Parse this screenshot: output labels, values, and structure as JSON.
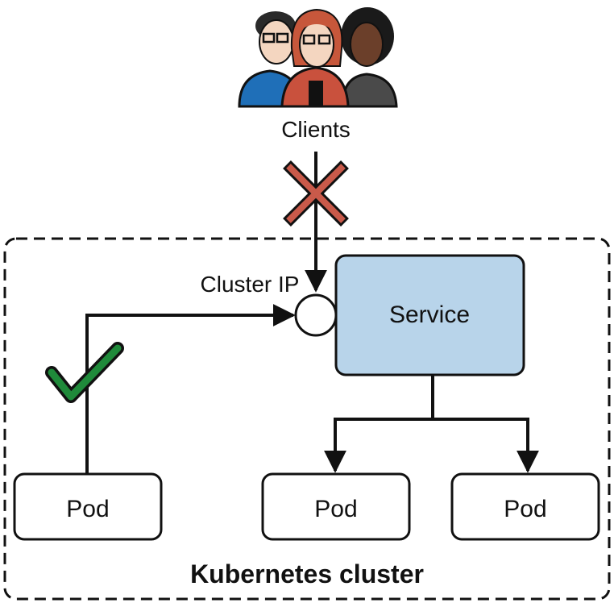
{
  "clients": {
    "label": "Clients",
    "icon": "people-group-icon"
  },
  "cluster": {
    "label": "Kubernetes cluster",
    "border_style": "dashed"
  },
  "cluster_ip": {
    "label": "Cluster IP"
  },
  "service": {
    "label": "Service",
    "fill": "#b8d4ea"
  },
  "pods": [
    {
      "label": "Pod"
    },
    {
      "label": "Pod"
    },
    {
      "label": "Pod"
    }
  ],
  "status_marks": {
    "blocked": {
      "icon": "cross-icon",
      "color": "#c95a4a"
    },
    "allowed": {
      "icon": "checkmark-icon",
      "color": "#1f8a3a"
    }
  },
  "colors": {
    "person_blue": "#1f6fb8",
    "person_red": "#c9513d",
    "person_dark": "#4a4a4a",
    "hair_red": "#c7573b",
    "skin_light": "#f4d6c0",
    "skin_dark": "#6b3f2a"
  }
}
